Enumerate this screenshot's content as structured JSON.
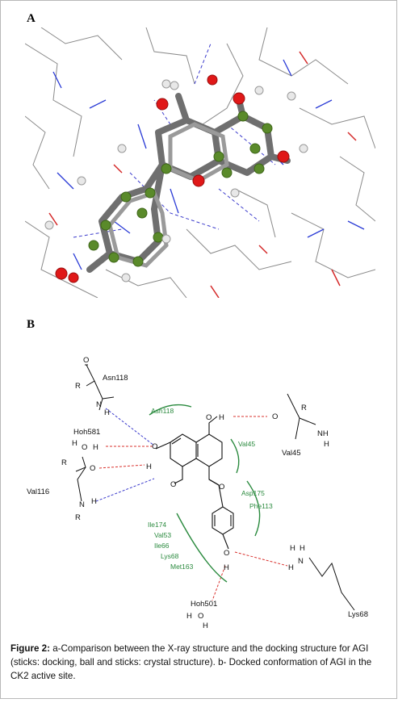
{
  "panel_a": {
    "label": "A"
  },
  "panel_b": {
    "label": "B",
    "labels": {
      "r1": "R",
      "o1": "O",
      "asn118": "Asn118",
      "nh1": "N",
      "h1": "H",
      "hoh581": "Hoh581",
      "h581a": "H",
      "o581": "O",
      "h581b": "H",
      "r2": "R",
      "o2": "O",
      "val116": "Val116",
      "n2": "N",
      "h2": "H",
      "r3": "R",
      "o_ring": "O",
      "o_h1": "O",
      "h_oh1": "H",
      "o_h2": "O",
      "h_oh2": "H",
      "o_h3": "O",
      "h_oh3": "H",
      "o_ring2": "O",
      "r4": "R",
      "o4": "O",
      "nh4": "NH",
      "h4": "H",
      "val45": "Val45",
      "h5a": "H",
      "h5b": "H",
      "n5": "N",
      "h5c": "H",
      "lys68": "Lys68",
      "hoh501": "Hoh501",
      "h501a": "H",
      "o501": "O",
      "h501b": "H"
    },
    "residues": {
      "asn118": "Asn118",
      "val45": "Val45",
      "asp175": "Asp175",
      "phe113": "Phe113",
      "ile174": "Ile174",
      "val53": "Val53",
      "ile66": "Ile66",
      "lys68": "Lys68",
      "met163": "Met163"
    },
    "colors": {
      "residue": "#2a8a3e",
      "hbond_red": "#d9302c",
      "hbond_blue": "#3b3bcc"
    }
  },
  "caption": {
    "fig_label": "Figure 2:",
    "text": " a-Comparison between the X-ray structure and the docking structure for AGI (sticks: docking, ball and sticks: crystal structure). b- Docked conformation of AGI in the CK2 active site."
  }
}
